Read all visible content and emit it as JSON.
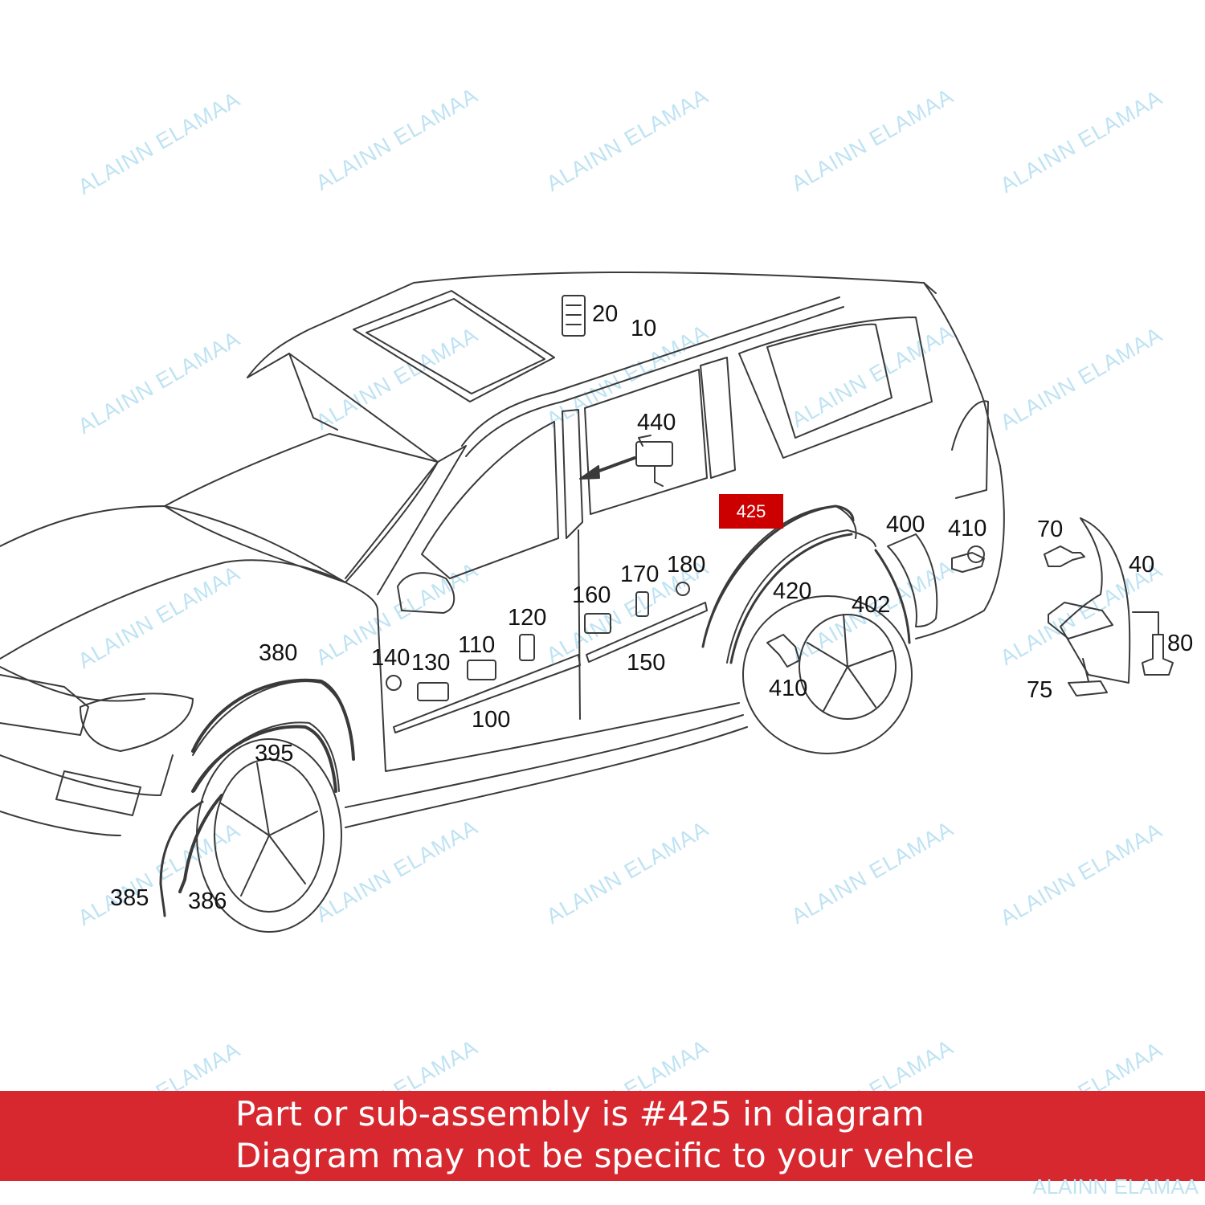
{
  "diagram": {
    "callouts": {
      "c10": "10",
      "c20": "20",
      "c40": "40",
      "c70": "70",
      "c75": "75",
      "c80": "80",
      "c100": "100",
      "c110": "110",
      "c120": "120",
      "c130": "130",
      "c140": "140",
      "c150": "150",
      "c160": "160",
      "c170": "170",
      "c180": "180",
      "c380": "380",
      "c385": "385",
      "c386": "386",
      "c395": "395",
      "c400": "400",
      "c402": "402",
      "c410a": "410",
      "c410b": "410",
      "c420": "420",
      "c440": "440"
    },
    "highlight": {
      "label": "425",
      "color": "#cc0000"
    }
  },
  "banner": {
    "line1": "Part or sub-assembly is #425 in diagram",
    "line2": "Diagram may not be specific to your vehcle",
    "color": "#d7282f"
  },
  "watermark": {
    "text": "ALAINN ELAMAA",
    "color": "#bfe3f3"
  }
}
